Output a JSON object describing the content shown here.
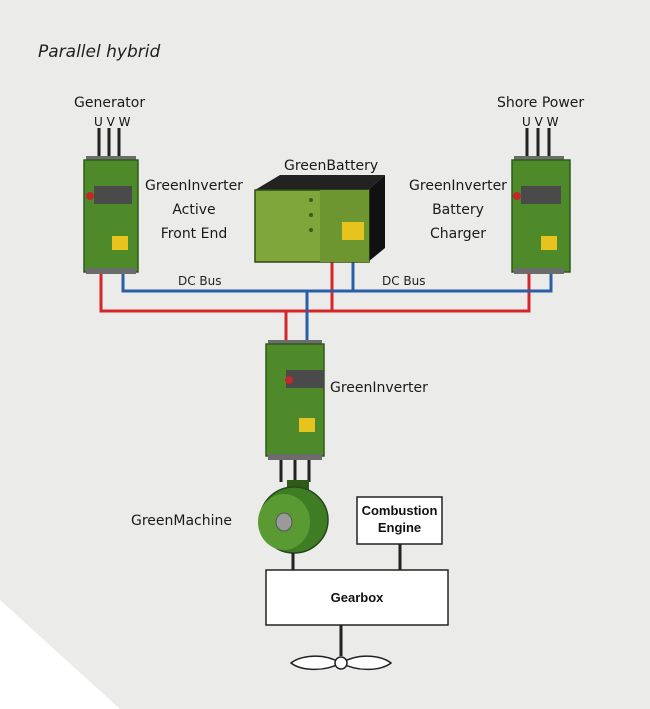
{
  "title": "Parallel hybrid",
  "labels": {
    "generator": "Generator",
    "shore_power": "Shore Power",
    "phases_left": "U V W",
    "phases_right": "U V W",
    "battery": "GreenBattery",
    "inverter_afe": [
      "GreenInverter",
      "Active",
      "Front End"
    ],
    "inverter_charger": [
      "GreenInverter",
      "Battery",
      "Charger"
    ],
    "inverter_main": "GreenInverter",
    "dc_bus_left": "DC Bus",
    "dc_bus_right": "DC Bus",
    "machine": "GreenMachine",
    "combustion": [
      "Combustion",
      "Engine"
    ],
    "gearbox": "Gearbox"
  },
  "colors": {
    "background": "#ebebea",
    "dc_positive": "#d6262b",
    "dc_negative": "#2a5fa8",
    "device_green": "#4f8a2a",
    "device_dark": "#2f5a1a"
  }
}
